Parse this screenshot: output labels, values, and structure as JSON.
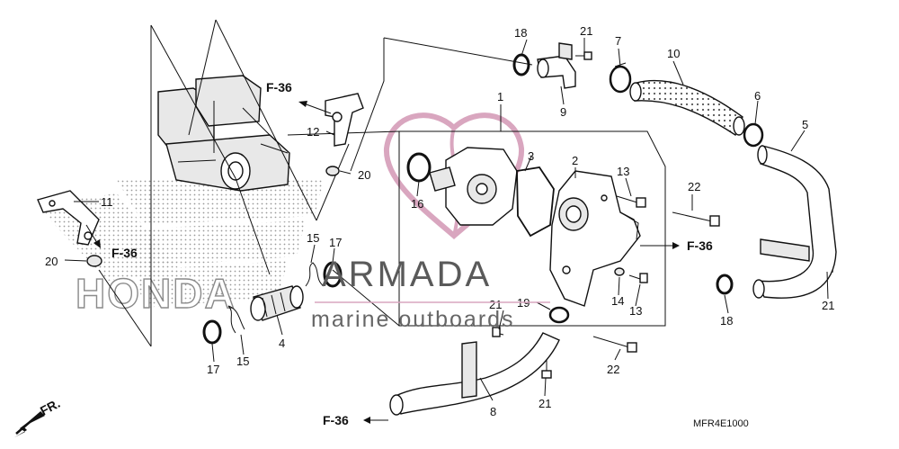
{
  "diagram": {
    "code": "MFR4E1000",
    "front_label": "FR.",
    "watermark": {
      "brand": "ARMADA",
      "tagline": "marine outboards",
      "badge": "HONDA"
    },
    "ref_labels": [
      "F-36",
      "F-36",
      "F-36",
      "F-36"
    ],
    "part_labels": {
      "p1": "1",
      "p2": "2",
      "p3": "3",
      "p4": "4",
      "p5": "5",
      "p6": "6",
      "p7": "7",
      "p8": "8",
      "p9": "9",
      "p10": "10",
      "p11": "11",
      "p12": "12",
      "p13a": "13",
      "p13b": "13",
      "p14": "14",
      "p15a": "15",
      "p15b": "15",
      "p16": "16",
      "p17a": "17",
      "p17b": "17",
      "p18a": "18",
      "p18b": "18",
      "p19": "19",
      "p20a": "20",
      "p20b": "20",
      "p21a": "21",
      "p21b": "21",
      "p21c": "21",
      "p21d": "21",
      "p22a": "22",
      "p22b": "22"
    }
  }
}
